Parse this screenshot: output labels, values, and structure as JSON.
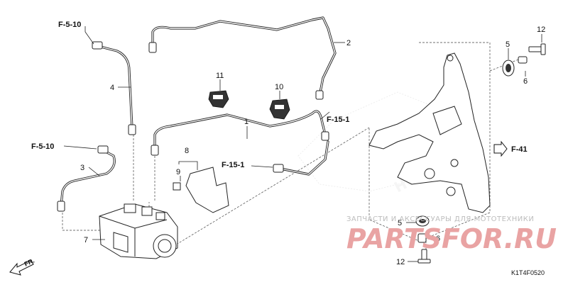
{
  "callouts": {
    "n1": "1",
    "n2": "2",
    "n3": "3",
    "n4": "4",
    "n5a": "5",
    "n5b": "5",
    "n6a": "6",
    "n6b": "6",
    "n7": "7",
    "n8": "8",
    "n9": "9",
    "n10": "10",
    "n11": "11",
    "n12a": "12",
    "n12b": "12"
  },
  "refs": {
    "f510_top": "F-5-10",
    "f510_mid": "F-5-10",
    "f151_right": "F-15-1",
    "f151_bottom": "F-15-1",
    "f41": "F-41"
  },
  "watermark": {
    "ru_text": "ЗАПЧАСТИ И АКСЕССУАРЫ ДЛЯ МОТОТЕХНИКИ",
    "brand": "PARTSFOR.RU",
    "bg_logo": "HONDA"
  },
  "diagram_code": "K1T4F0520",
  "direction_label": "FR."
}
